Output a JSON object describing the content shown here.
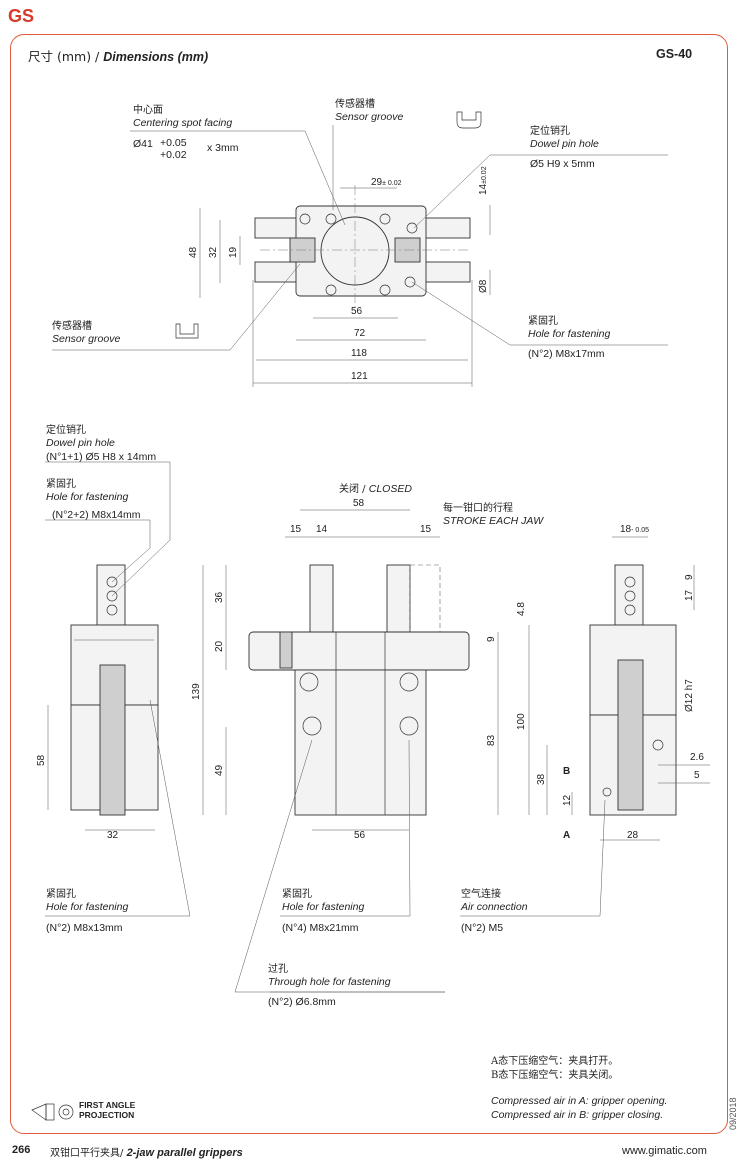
{
  "brand": "GS",
  "header": {
    "title_zh": "尺寸 (mm) / ",
    "title_en": "Dimensions (mm)",
    "model": "GS-40"
  },
  "top_view": {
    "centering": {
      "zh": "中心面",
      "en": "Centering spot facing",
      "value": "Ø41",
      "tol_plus": "+0.05",
      "tol_minus": "+0.02",
      "depth": "x 3mm"
    },
    "sensor_groove_top": {
      "zh": "传感器槽",
      "en": "Sensor groove"
    },
    "dowel": {
      "zh": "定位销孔",
      "en": "Dowel pin hole",
      "value": "Ø5 H9 x 5mm"
    },
    "sensor_groove_left": {
      "zh": "传感器槽",
      "en": "Sensor groove"
    },
    "fastening": {
      "zh": "紧固孔",
      "en": "Hole for fastening",
      "value": "(N°2)  M8x17mm"
    },
    "dims": {
      "d29": "29",
      "d29_tol": "± 0.02",
      "d14": "14",
      "d14_tol": "±0.02",
      "d48": "48",
      "d32": "32",
      "d19": "19",
      "d8": "Ø8",
      "d56": "56",
      "d72": "72",
      "d118": "118",
      "d121": "121"
    }
  },
  "left_view": {
    "dowel": {
      "zh": "定位销孔",
      "en": "Dowel pin hole",
      "value": "(N°1+1)  Ø5 H8 x 14mm"
    },
    "fastening_top": {
      "zh": "紧固孔",
      "en": "Hole for fastening",
      "value": "(N°2+2)  M8x14mm"
    },
    "fastening_bottom": {
      "zh": "紧固孔",
      "en": "Hole for fastening",
      "value": "(N°2)  M8x13mm"
    },
    "dims": {
      "d58": "58",
      "d32": "32"
    }
  },
  "front_view": {
    "closed": {
      "zh": "关闭 / ",
      "en": "CLOSED"
    },
    "stroke": {
      "zh": "每一钳口的行程",
      "en": "STROKE EACH JAW"
    },
    "fastening": {
      "zh": "紧固孔",
      "en": "Hole for fastening",
      "value": "(N°4)  M8x21mm"
    },
    "through": {
      "zh": "过孔",
      "en": "Through hole for fastening",
      "value": "(N°2)  Ø6.8mm"
    },
    "dims": {
      "d58": "58",
      "d15a": "15",
      "d14": "14",
      "d15b": "15",
      "d36": "36",
      "d20": "20",
      "d139": "139",
      "d49": "49",
      "d9": "9",
      "d83": "83",
      "d56": "56"
    }
  },
  "right_view": {
    "air": {
      "zh": "空气连接",
      "en": "Air connection",
      "value": "(N°2)  M5"
    },
    "dims": {
      "d18": "18",
      "d18_tol": "- 0.05",
      "d9": "9",
      "d17": "17",
      "d48": "4.8",
      "d100": "100",
      "d12h7": "Ø12 h7",
      "d26": "2.6",
      "d5": "5",
      "d38": "38",
      "d12": "12",
      "d28": "28",
      "pA": "A",
      "pB": "B"
    }
  },
  "notes": {
    "zh1": "A态下压缩空气：夹具打开。",
    "zh2": "B态下压缩空气：夹具关闭。",
    "en1": "Compressed air in A: gripper opening.",
    "en2": "Compressed air in B: gripper closing."
  },
  "projection": "FIRST ANGLE PROJECTION",
  "footer": {
    "page": "266",
    "zh": "双钳口平行夹具/ ",
    "en": "2-jaw parallel grippers",
    "url": "www.gimatic.com",
    "date": "09/2018"
  }
}
